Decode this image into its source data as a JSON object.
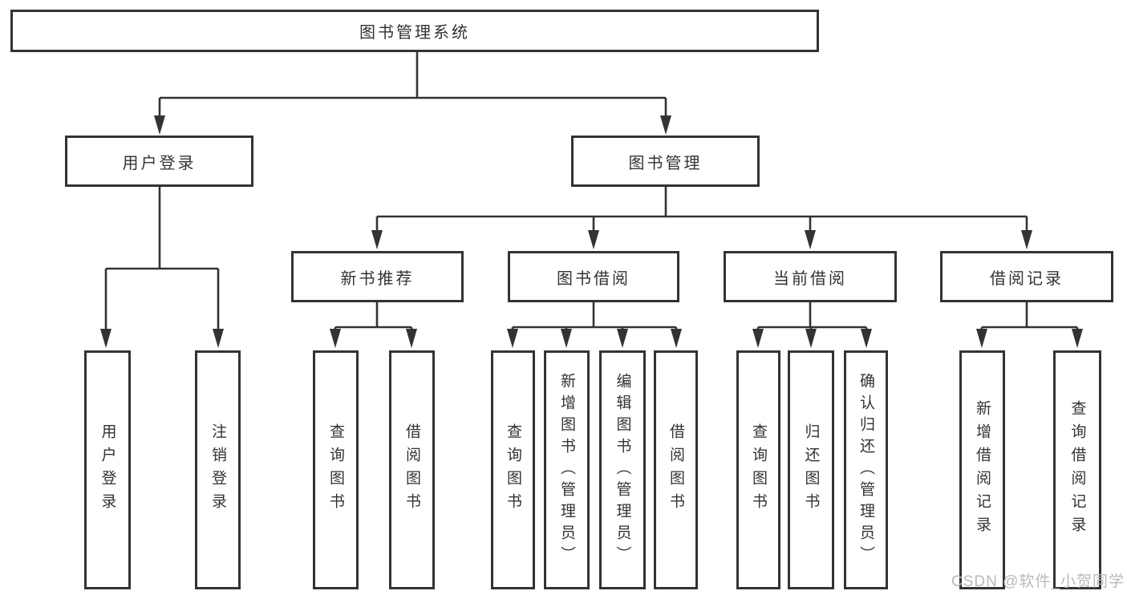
{
  "tree": {
    "root": "图书管理系统",
    "login": {
      "label": "用户登录",
      "children": {
        "user_login": "用户登录",
        "logout": "注销登录"
      }
    },
    "mgmt": {
      "label": "图书管理",
      "new_books": {
        "label": "新书推荐",
        "children": {
          "query_book": "查询图书",
          "borrow_book": "借阅图书"
        }
      },
      "borrowing": {
        "label": "图书借阅",
        "children": {
          "query_book": "查询图书",
          "add_book": "新增图书（管理员）",
          "edit_book": "编辑图书（管理员）",
          "borrow_book": "借阅图书"
        }
      },
      "current": {
        "label": "当前借阅",
        "children": {
          "query_book": "查询图书",
          "return_book": "归还图书",
          "confirm_return": "确认归还（管理员）"
        }
      },
      "records": {
        "label": "借阅记录",
        "children": {
          "add_record": "新增借阅记录",
          "query_record": "查询借阅记录"
        }
      }
    }
  },
  "watermark": "CSDN @软件_小贺同学",
  "colors": {
    "line": "#333333",
    "text": "#333333",
    "box_background": "#ffffff",
    "watermark": "#b9b9b9"
  }
}
